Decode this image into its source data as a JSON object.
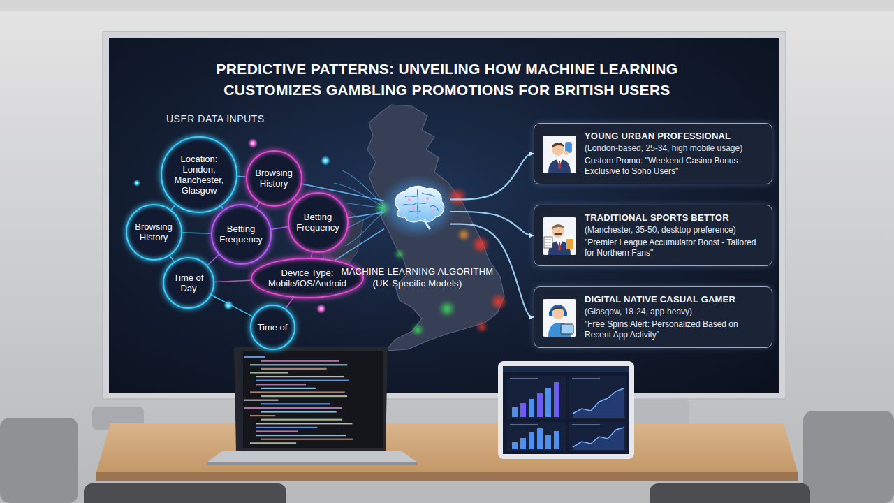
{
  "diagram": {
    "title": "PREDICTIVE PATTERNS: UNVEILING HOW MACHINE LEARNING CUSTOMIZES GAMBLING PROMOTIONS FOR BRITISH USERS",
    "nodes": [
      {
        "text": [
          "Location: London, Manchester, Glasgow"
        ]
      },
      {
        "text": [
          "Browsing History"
        ]
      },
      {
        "text": [
          "Betting Frequency"
        ]
      },
      {
        "text": [
          "Browsing History"
        ]
      },
      {
        "text": [
          "Betting Frequency"
        ]
      },
      {
        "text": [
          "Device Type: Mobile/iOS/Android"
        ]
      },
      {
        "text": [
          "Time of Day"
        ]
      },
      {
        "text": [
          "Time of"
        ]
      },
      {
        "text": [
          "MACHINE LEARNING ALGORITHM (UK-Specific Models)"
        ]
      },
      {
        "text": [
          "YOUNG URBAN PROFESSIONAL",
          "(London-based, 25-34, high mobile usage)",
          "Custom Promo: \"Weekend Casino Bonus - Exclusive to Soho Users\""
        ]
      },
      {
        "text": [
          "TRADITIONAL SPORTS BETTOR",
          "(Manchester, 35-50, desktop preference)",
          "\"Premier League Accumulator Boost - Tailored for Northern Fans\""
        ]
      },
      {
        "text": [
          "DIGITAL NATIVE CASUAL GAMER",
          "(Glasgow, 18-24, app-heavy)",
          "\"Free Spins Alert: Personalized Based on Recent App Activity\""
        ]
      }
    ],
    "edges": [
      {
        "from": 0,
        "to": 1,
        "arrow": "none"
      },
      {
        "from": 0,
        "to": 2,
        "arrow": "none"
      },
      {
        "from": 0,
        "to": 3,
        "arrow": "none"
      },
      {
        "from": 1,
        "to": 2,
        "arrow": "none"
      },
      {
        "from": 1,
        "to": 6,
        "arrow": "none"
      },
      {
        "from": 2,
        "to": 3,
        "arrow": "none"
      },
      {
        "from": 2,
        "to": 4,
        "arrow": "none"
      },
      {
        "from": 2,
        "to": 6,
        "arrow": "none"
      },
      {
        "from": 3,
        "to": 4,
        "arrow": "none"
      },
      {
        "from": 4,
        "to": 5,
        "arrow": "none"
      },
      {
        "from": 5,
        "to": 6,
        "arrow": "none"
      },
      {
        "from": 5,
        "to": 7,
        "arrow": "none"
      },
      {
        "from": 6,
        "to": 7,
        "arrow": "none"
      },
      {
        "from": 3,
        "to": 8,
        "arrow": "none"
      },
      {
        "from": 4,
        "to": 8,
        "arrow": "none"
      },
      {
        "from": 5,
        "to": 8,
        "arrow": "none"
      },
      {
        "from": 8,
        "to": 9,
        "arrow": "to"
      },
      {
        "from": 8,
        "to": 10,
        "arrow": "to"
      },
      {
        "from": 8,
        "to": 11,
        "arrow": "to"
      }
    ],
    "labels": [
      "USER DATA INPUTS"
    ]
  }
}
